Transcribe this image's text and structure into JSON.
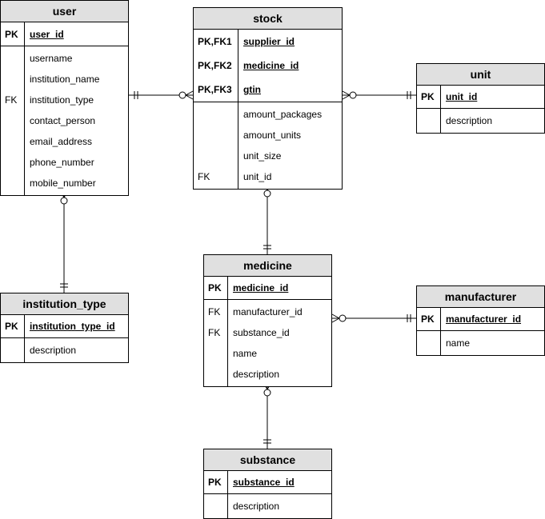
{
  "entities": {
    "user": {
      "title": "user",
      "pk": [
        {
          "key": "PK",
          "name": "user_id"
        }
      ],
      "attrs": [
        {
          "key": "",
          "name": "username"
        },
        {
          "key": "",
          "name": "institution_name"
        },
        {
          "key": "FK",
          "name": "institution_type"
        },
        {
          "key": "",
          "name": "contact_person"
        },
        {
          "key": "",
          "name": "email_address"
        },
        {
          "key": "",
          "name": "phone_number"
        },
        {
          "key": "",
          "name": "mobile_number"
        }
      ]
    },
    "stock": {
      "title": "stock",
      "pk": [
        {
          "key": "PK,FK1",
          "name": "supplier_id"
        },
        {
          "key": "PK,FK2",
          "name": "medicine_id"
        },
        {
          "key": "PK,FK3",
          "name": "gtin"
        }
      ],
      "attrs": [
        {
          "key": "",
          "name": "amount_packages"
        },
        {
          "key": "",
          "name": "amount_units"
        },
        {
          "key": "",
          "name": "unit_size"
        },
        {
          "key": "FK",
          "name": "unit_id"
        }
      ]
    },
    "unit": {
      "title": "unit",
      "pk": [
        {
          "key": "PK",
          "name": "unit_id"
        }
      ],
      "attrs": [
        {
          "key": "",
          "name": "description"
        }
      ]
    },
    "institution_type": {
      "title": "institution_type",
      "pk": [
        {
          "key": "PK",
          "name": "institution_type_id"
        }
      ],
      "attrs": [
        {
          "key": "",
          "name": "description"
        }
      ]
    },
    "medicine": {
      "title": "medicine",
      "pk": [
        {
          "key": "PK",
          "name": "medicine_id"
        }
      ],
      "attrs": [
        {
          "key": "FK",
          "name": "manufacturer_id"
        },
        {
          "key": "FK",
          "name": "substance_id"
        },
        {
          "key": "",
          "name": "name"
        },
        {
          "key": "",
          "name": "description"
        }
      ]
    },
    "manufacturer": {
      "title": "manufacturer",
      "pk": [
        {
          "key": "PK",
          "name": "manufacturer_id"
        }
      ],
      "attrs": [
        {
          "key": "",
          "name": "name"
        }
      ]
    },
    "substance": {
      "title": "substance",
      "pk": [
        {
          "key": "PK",
          "name": "substance_id"
        }
      ],
      "attrs": [
        {
          "key": "",
          "name": "description"
        }
      ]
    }
  },
  "relationships": [
    {
      "from": "user",
      "to": "stock",
      "from_end": "one-and-only-one",
      "to_end": "zero-or-many"
    },
    {
      "from": "stock",
      "to": "unit",
      "from_end": "zero-or-many",
      "to_end": "one-and-only-one"
    },
    {
      "from": "user",
      "to": "institution_type",
      "from_end": "zero-or-many",
      "to_end": "one-and-only-one"
    },
    {
      "from": "stock",
      "to": "medicine",
      "from_end": "zero-or-many",
      "to_end": "one-and-only-one"
    },
    {
      "from": "medicine",
      "to": "manufacturer",
      "from_end": "zero-or-many",
      "to_end": "one-and-only-one"
    },
    {
      "from": "medicine",
      "to": "substance",
      "from_end": "zero-or-many",
      "to_end": "one-and-only-one"
    }
  ]
}
